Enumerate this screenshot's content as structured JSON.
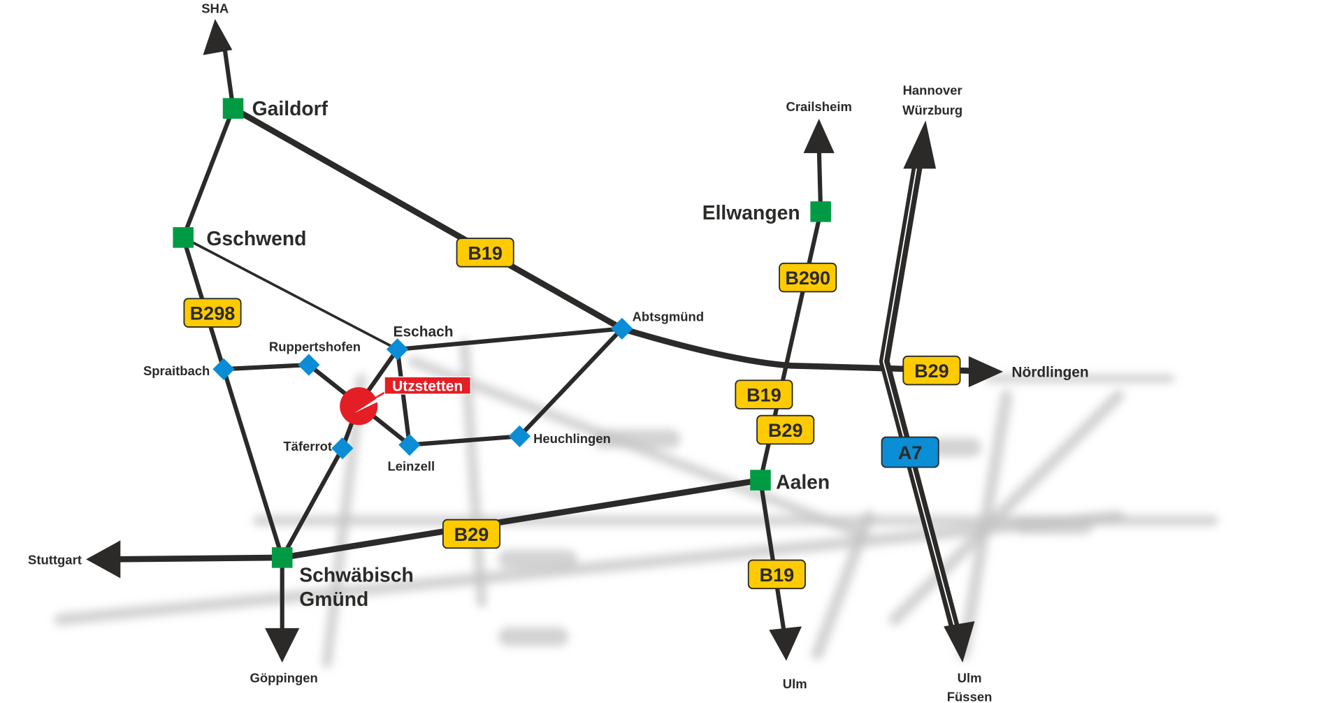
{
  "map": {
    "title": "Anfahrt Utzstetten",
    "colors": {
      "road": "#2b2a28",
      "sign_bundesstrasse": "#fecb00",
      "sign_autobahn": "#0a8ed5",
      "town": "#009a44",
      "village": "#0a8dd6",
      "destination": "#e31e24",
      "shadow": "#c4c4c4"
    },
    "destination": {
      "name": "Utzstetten",
      "icon": "location-marker-icon"
    },
    "towns": [
      {
        "id": "gaildorf",
        "name": "Gaildorf"
      },
      {
        "id": "gschwend",
        "name": "Gschwend"
      },
      {
        "id": "ellwangen",
        "name": "Ellwangen"
      },
      {
        "id": "aalen",
        "name": "Aalen"
      },
      {
        "id": "schwaebisch-gmuend",
        "name_line1": "Schwäbisch",
        "name_line2": "Gmünd"
      }
    ],
    "villages": [
      {
        "id": "spraitbach",
        "name": "Spraitbach"
      },
      {
        "id": "ruppertshofen",
        "name": "Ruppertshofen"
      },
      {
        "id": "eschach",
        "name": "Eschach"
      },
      {
        "id": "abtsgmuend",
        "name": "Abtsgmünd"
      },
      {
        "id": "taeferrot",
        "name": "Täferrot"
      },
      {
        "id": "leinzell",
        "name": "Leinzell"
      },
      {
        "id": "heuchlingen",
        "name": "Heuchlingen"
      }
    ],
    "directions": [
      {
        "id": "sha",
        "name": "SHA"
      },
      {
        "id": "crailsheim",
        "name": "Crailsheim"
      },
      {
        "id": "hannover",
        "name_line1": "Hannover",
        "name_line2": "Würzburg"
      },
      {
        "id": "noerdlingen",
        "name": "Nördlingen"
      },
      {
        "id": "stuttgart",
        "name": "Stuttgart"
      },
      {
        "id": "goeppingen",
        "name": "Göppingen"
      },
      {
        "id": "ulm",
        "name": "Ulm"
      },
      {
        "id": "ulm-fuessen",
        "name_line1": "Ulm",
        "name_line2": "Füssen"
      }
    ],
    "road_signs": [
      {
        "id": "b19-north",
        "label": "B19",
        "type": "bundesstrasse"
      },
      {
        "id": "b298",
        "label": "B298",
        "type": "bundesstrasse"
      },
      {
        "id": "b290",
        "label": "B290",
        "type": "bundesstrasse"
      },
      {
        "id": "b19-aalen-north",
        "label": "B19",
        "type": "bundesstrasse"
      },
      {
        "id": "b29-aalen-north",
        "label": "B29",
        "type": "bundesstrasse"
      },
      {
        "id": "b29-east",
        "label": "B29",
        "type": "bundesstrasse"
      },
      {
        "id": "b29-west",
        "label": "B29",
        "type": "bundesstrasse"
      },
      {
        "id": "b19-south",
        "label": "B19",
        "type": "bundesstrasse"
      },
      {
        "id": "a7",
        "label": "A7",
        "type": "autobahn"
      }
    ]
  }
}
